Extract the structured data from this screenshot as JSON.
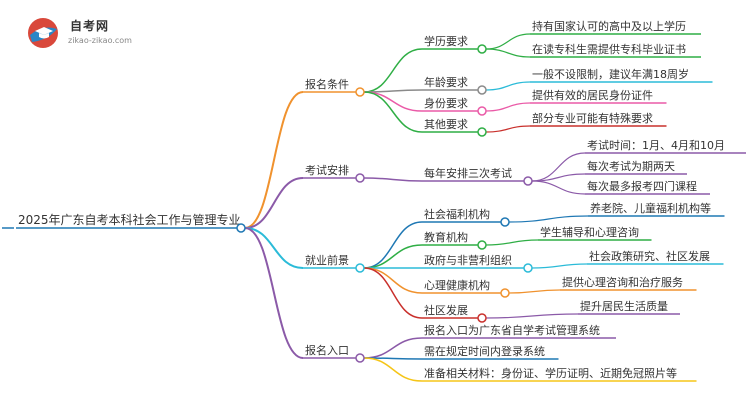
{
  "logo": {
    "title": "自考网",
    "url": "zikao-zikao.com"
  },
  "root": {
    "label": "2025年广东自考本科社会工作与管理专业"
  },
  "branches": [
    {
      "label": "报名条件",
      "color": "#f0922e",
      "children": [
        {
          "label": "学历要求",
          "color": "#2fae45",
          "leaves": [
            {
              "label": "持有国家认可的高中及以上学历",
              "color": "#2fae45"
            },
            {
              "label": "在读专科生需提供专科毕业证书",
              "color": "#2fae45"
            }
          ]
        },
        {
          "label": "年龄要求",
          "color": "#8a8a8a",
          "leaves": [
            {
              "label": "一般不设限制，建议年满18周岁",
              "color": "#2bbbd8"
            }
          ]
        },
        {
          "label": "身份要求",
          "color": "#ea5aa7",
          "leaves": [
            {
              "label": "提供有效的居民身份证件",
              "color": "#ea5aa7"
            }
          ]
        },
        {
          "label": "其他要求",
          "color": "#2fae45",
          "leaves": [
            {
              "label": "部分专业可能有特殊要求",
              "color": "#c9302c"
            }
          ]
        }
      ]
    },
    {
      "label": "考试安排",
      "color": "#8b5aa8",
      "children": [
        {
          "label": "每年安排三次考试",
          "color": "#8b5aa8",
          "leaves": [
            {
              "label": "考试时间：1月、4月和10月",
              "color": "#8b5aa8"
            },
            {
              "label": "每次考试为期两天",
              "color": "#8b5aa8"
            },
            {
              "label": "每次最多报考四门课程",
              "color": "#8b5aa8"
            }
          ]
        }
      ]
    },
    {
      "label": "就业前景",
      "color": "#2bbbd8",
      "children": [
        {
          "label": "社会福利机构",
          "color": "#1f78b4",
          "leaves": [
            {
              "label": "养老院、儿童福利机构等",
              "color": "#1f78b4"
            }
          ]
        },
        {
          "label": "教育机构",
          "color": "#2fae45",
          "leaves": [
            {
              "label": "学生辅导和心理咨询",
              "color": "#2fae45"
            }
          ]
        },
        {
          "label": "政府与非营利组织",
          "color": "#2bbbd8",
          "leaves": [
            {
              "label": "社会政策研究、社区发展",
              "color": "#2bbbd8"
            }
          ]
        },
        {
          "label": "心理健康机构",
          "color": "#f0922e",
          "leaves": [
            {
              "label": "提供心理咨询和治疗服务",
              "color": "#f0922e"
            }
          ]
        },
        {
          "label": "社区发展",
          "color": "#c9302c",
          "leaves": [
            {
              "label": "提升居民生活质量",
              "color": "#8b5aa8"
            }
          ]
        }
      ]
    },
    {
      "label": "报名入口",
      "color": "#8b5aa8",
      "children": [
        {
          "label": "报名入口为广东省自学考试管理系统",
          "color": "#8b5aa8",
          "leaves": []
        },
        {
          "label": "需在规定时间内登录系统",
          "color": "#1f78b4",
          "leaves": []
        },
        {
          "label": "准备相关材料：身份证、学历证明、近期免冠照片等",
          "color": "#f5c518",
          "leaves": []
        }
      ]
    }
  ]
}
